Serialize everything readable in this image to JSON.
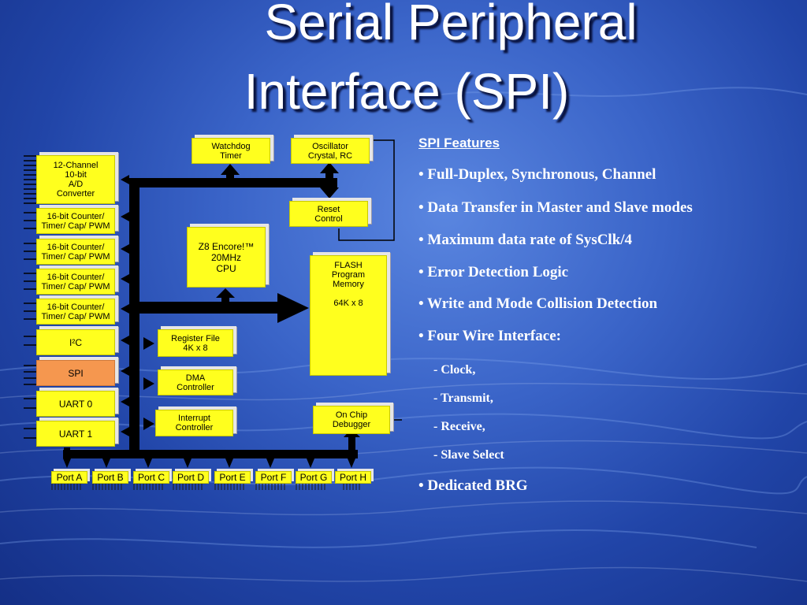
{
  "slide": {
    "title_line1": "Serial Peripheral",
    "title_line2": "Interface (SPI)"
  },
  "diagram": {
    "watchdog": "Watchdog\nTimer",
    "oscillator": "Oscillator\nCrystal, RC",
    "reset": "Reset\nControl",
    "cpu": "Z8 Encore!™\n20MHz\nCPU",
    "flash": "FLASH\nProgram\nMemory\n\n64K x 8",
    "adc": "12-Channel\n10-bit\nA/D\nConverter",
    "counters": [
      "16-bit Counter/\nTimer/ Cap/ PWM",
      "16-bit Counter/\nTimer/ Cap/ PWM",
      "16-bit Counter/\nTimer/ Cap/ PWM",
      "16-bit Counter/\nTimer/ Cap/ PWM"
    ],
    "i2c": "I²C",
    "spi": "SPI",
    "uart0": "UART 0",
    "uart1": "UART 1",
    "register_file": "Register File\n4K x 8",
    "dma": "DMA\nController",
    "interrupt": "Interrupt\nController",
    "debugger": "On Chip\nDebugger",
    "ports": [
      "Port A",
      "Port B",
      "Port C",
      "Port D",
      "Port E",
      "Port F",
      "Port G",
      "Port H"
    ],
    "colors": {
      "block": "#ffff1e",
      "spi_block": "#f5974f",
      "bus": "#000000"
    }
  },
  "features": {
    "heading": "SPI Features",
    "items": [
      "• Full-Duplex, Synchronous, Channel",
      "• Data Transfer in Master and Slave modes",
      "• Maximum data rate of SysClk/4",
      "• Error Detection Logic",
      "• Write and Mode Collision Detection",
      "• Four Wire Interface:"
    ],
    "sub_items": [
      "-  Clock,",
      "-  Transmit,",
      "-  Receive,",
      "-  Slave Select"
    ],
    "last_item": "• Dedicated BRG"
  }
}
